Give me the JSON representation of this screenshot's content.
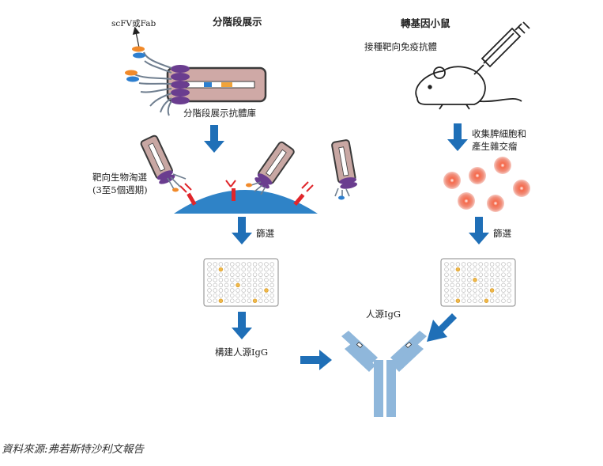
{
  "left_panel": {
    "title": "分階段展示",
    "scfv_label": "scFV或Fab",
    "library_label": "分階段展示抗體庫",
    "selection_label_line1": "靶向生物淘選",
    "selection_label_line2": "(3至5個週期)",
    "screening_label": "篩選",
    "construct_label": "構建人源IgG"
  },
  "right_panel": {
    "title": "轉基因小鼠",
    "immunize_label": "接種靶向免疫抗體",
    "collect_label_line1": "收集脾細胞和",
    "collect_label_line2": "產生雜交瘤",
    "screening_label": "篩選"
  },
  "result": {
    "igg_label": "人源IgG"
  },
  "footer": {
    "source": "資料來源:弗若斯特沙利文報告"
  },
  "colors": {
    "arrow_blue": "#1f6fb7",
    "antibody_blue": "#8fb7db",
    "phage_body": "#c8a7a3",
    "coat_purple": "#6a3d8f",
    "target_red": "#e0262b",
    "cell_orange": "#f0735a"
  }
}
